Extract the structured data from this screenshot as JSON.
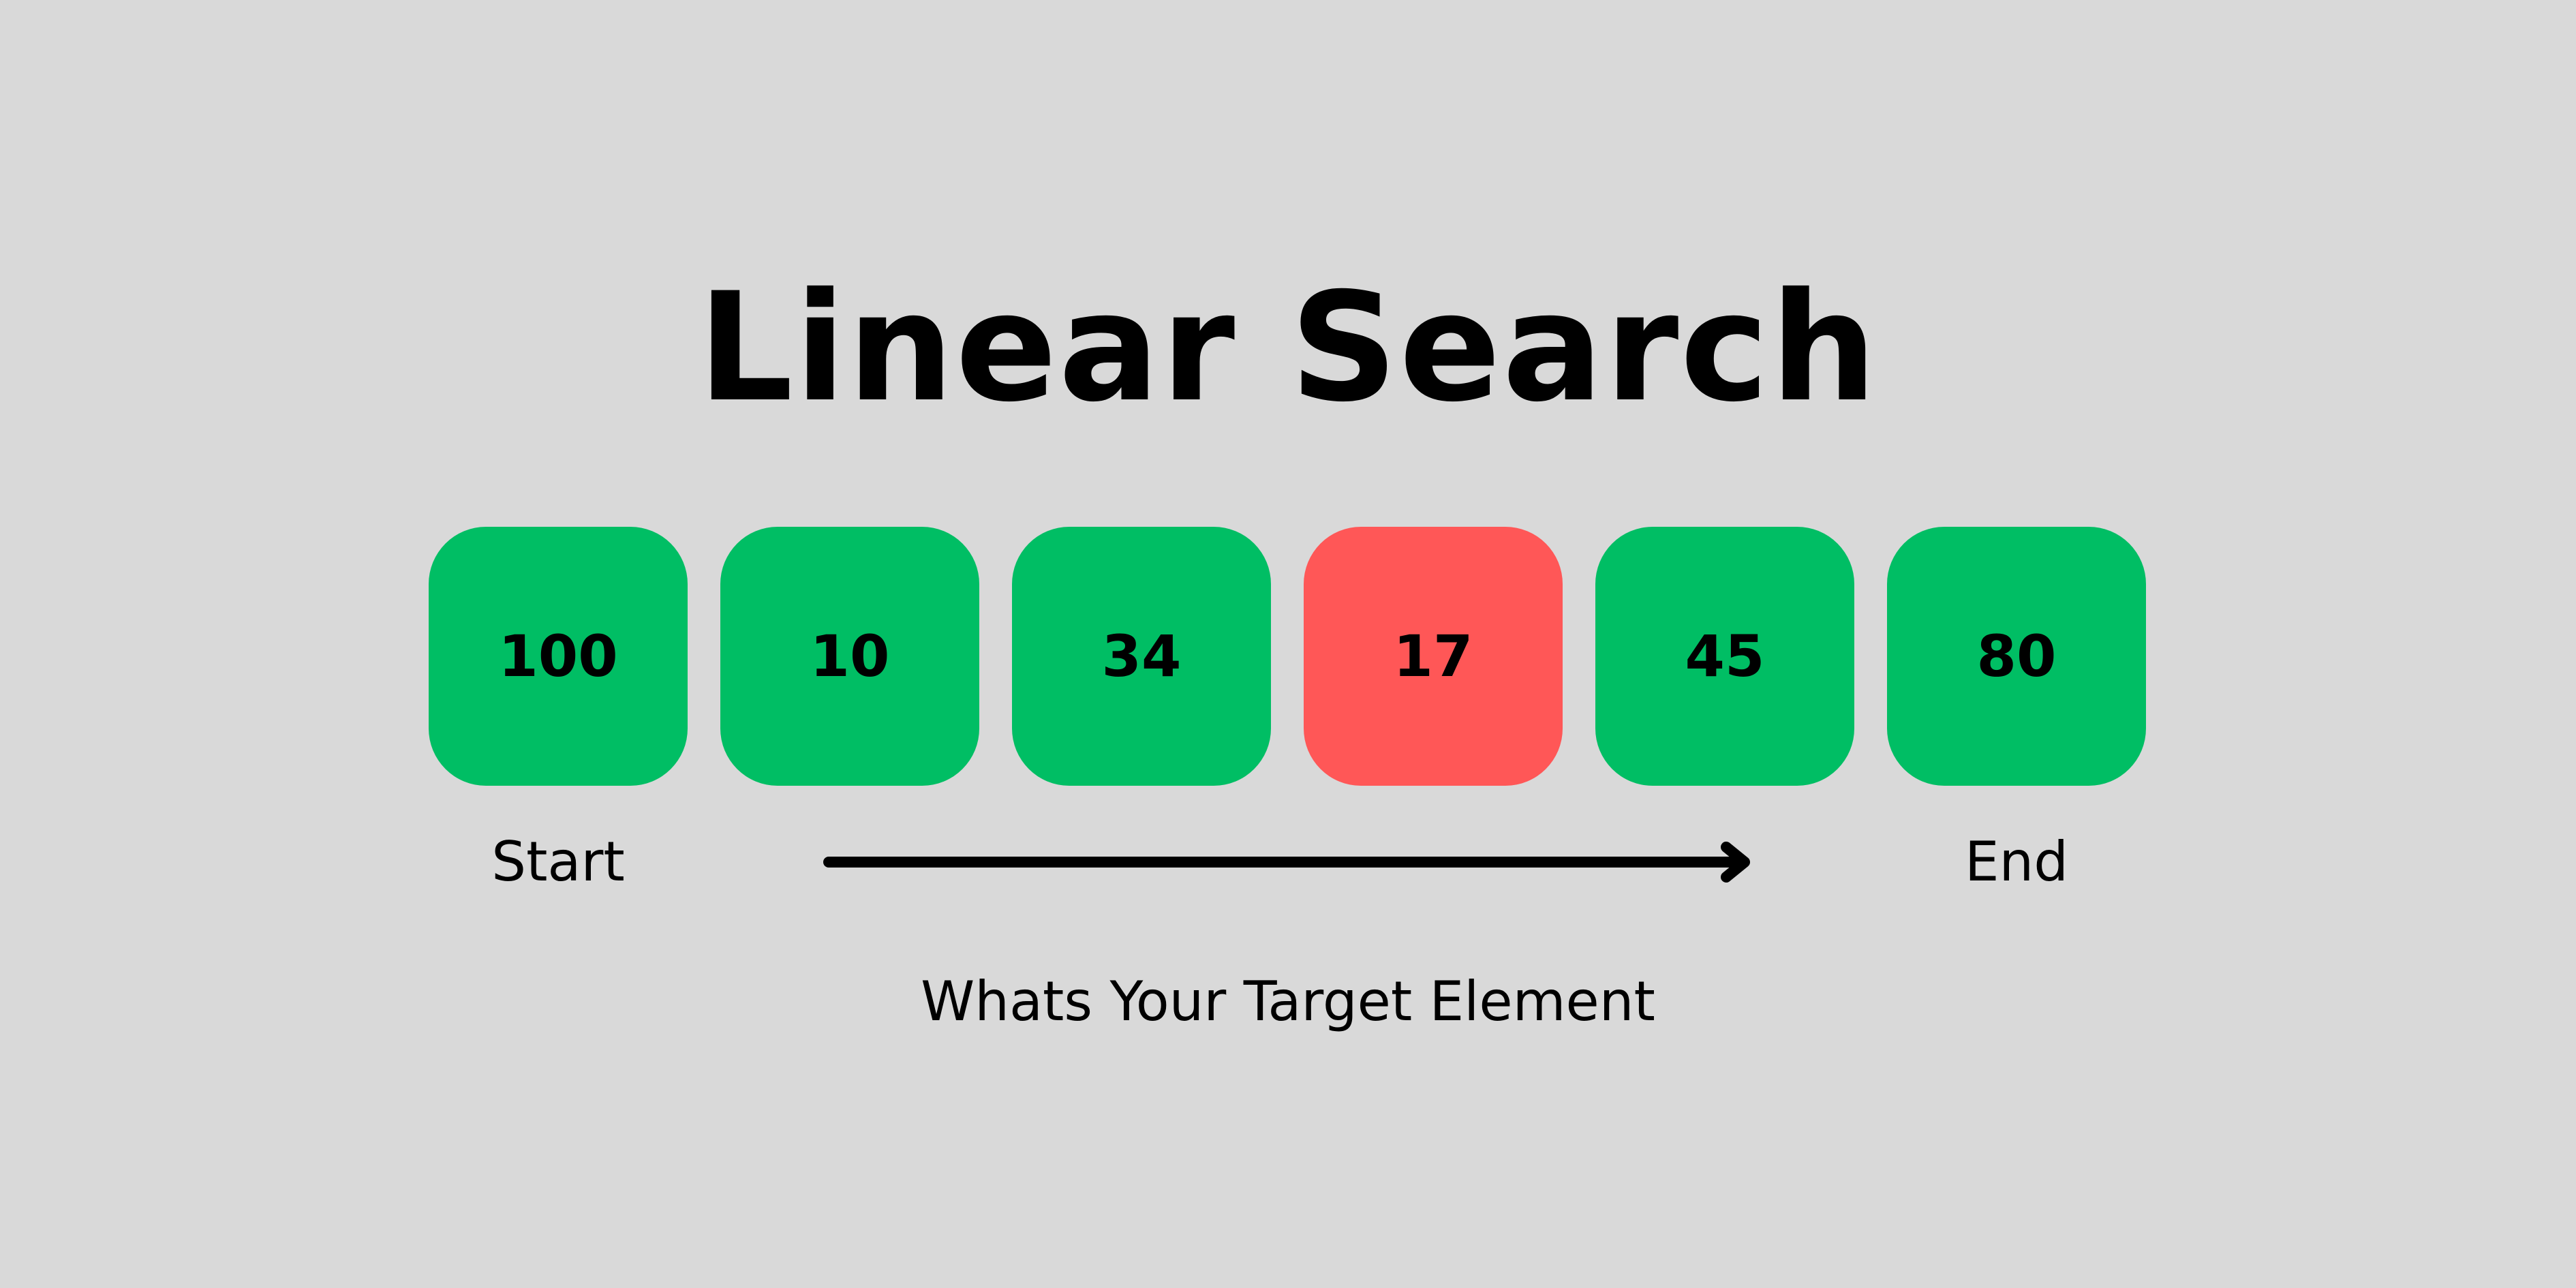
{
  "title": "Linear Search",
  "array": {
    "cells": [
      {
        "value": "100",
        "color": "#00be64"
      },
      {
        "value": "10",
        "color": "#00be64"
      },
      {
        "value": "34",
        "color": "#00be64"
      },
      {
        "value": "17",
        "color": "#ff5757"
      },
      {
        "value": "45",
        "color": "#00be64"
      },
      {
        "value": "80",
        "color": "#00be64"
      }
    ]
  },
  "labels": {
    "start": "Start",
    "end": "End"
  },
  "subtitle": "Whats Your Target Element"
}
